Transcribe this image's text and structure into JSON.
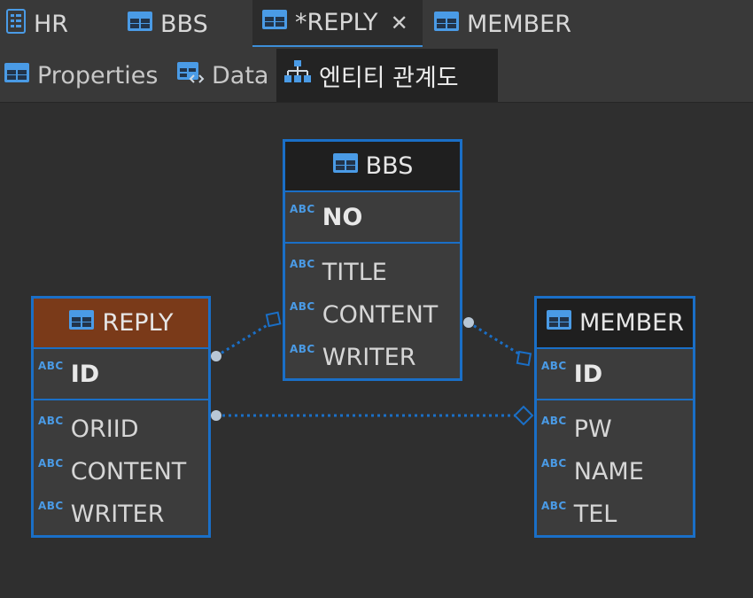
{
  "editor_tabs": [
    {
      "label": "HR",
      "icon": "schema-icon"
    },
    {
      "label": "BBS",
      "icon": "table-icon"
    },
    {
      "label": "*REPLY",
      "icon": "table-icon",
      "active": true
    },
    {
      "label": "MEMBER",
      "icon": "table-icon"
    }
  ],
  "sub_tabs": [
    {
      "label": "Properties",
      "icon": "table-icon"
    },
    {
      "label": "Data",
      "icon": "data-icon"
    },
    {
      "label": "엔티티 관계도",
      "icon": "er-diagram-icon",
      "active": true
    }
  ],
  "attr_type_badge": "ABC",
  "entities": {
    "bbs": {
      "name": "BBS",
      "header_color": "#1f1f1f",
      "pk": [
        "NO"
      ],
      "columns": [
        "TITLE",
        "CONTENT",
        "WRITER"
      ]
    },
    "reply": {
      "name": "REPLY",
      "header_color": "#7a3a19",
      "pk": [
        "ID"
      ],
      "columns": [
        "ORIID",
        "CONTENT",
        "WRITER"
      ]
    },
    "member": {
      "name": "MEMBER",
      "header_color": "#1f1f1f",
      "pk": [
        "ID"
      ],
      "columns": [
        "PW",
        "NAME",
        "TEL"
      ]
    }
  },
  "colors": {
    "accent": "#1a6fc7",
    "relation_line": "#1a6fc7",
    "background": "#2f2f2f"
  }
}
